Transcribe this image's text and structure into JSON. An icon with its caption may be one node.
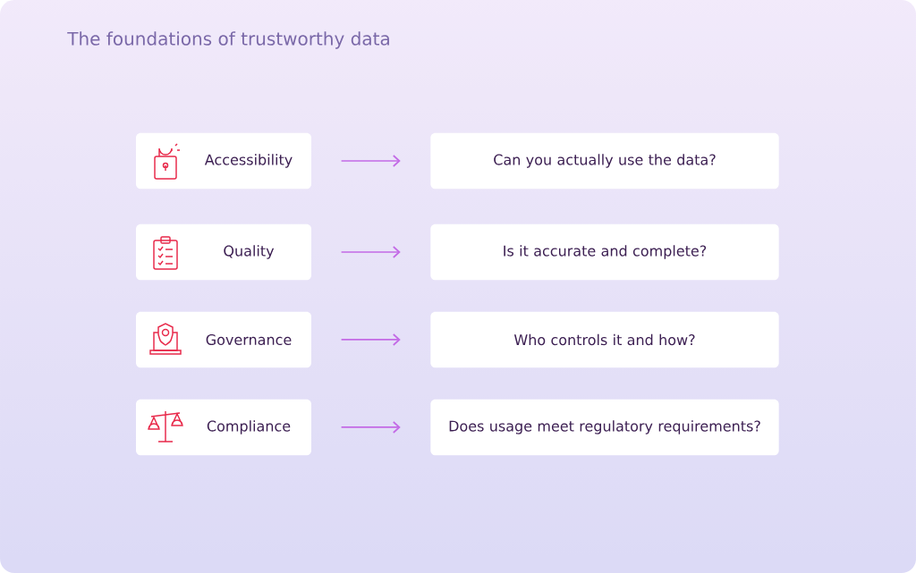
{
  "diagram": {
    "title": "The foundations of trustworthy data",
    "nodes": [
      {
        "text": [
          "Accessibility"
        ]
      },
      {
        "text": [
          "Can you actually use the data?"
        ]
      },
      {
        "text": [
          "Quality"
        ]
      },
      {
        "text": [
          "Is it accurate and complete?"
        ]
      },
      {
        "text": [
          "Governance"
        ]
      },
      {
        "text": [
          "Who controls it and how?"
        ]
      },
      {
        "text": [
          "Compliance"
        ]
      },
      {
        "text": [
          "Does usage meet regulatory requirements?"
        ]
      }
    ],
    "edges": [
      {
        "from": 0,
        "to": 1,
        "arrow": "to"
      },
      {
        "from": 2,
        "to": 3,
        "arrow": "to"
      },
      {
        "from": 4,
        "to": 5,
        "arrow": "to"
      },
      {
        "from": 6,
        "to": 7,
        "arrow": "to"
      }
    ]
  }
}
